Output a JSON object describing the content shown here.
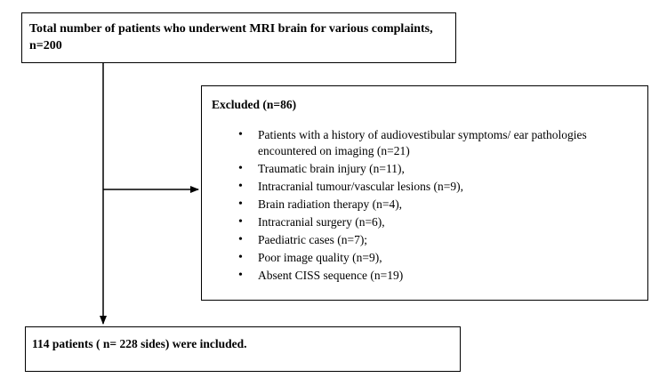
{
  "top_box": {
    "text": "Total number of patients who underwent MRI brain for various complaints, n=200"
  },
  "excluded_box": {
    "title": "Excluded (n=86)",
    "items": [
      "Patients with a history of audiovestibular symptoms/ ear pathologies encountered on imaging (n=21)",
      "Traumatic brain injury (n=11),",
      "Intracranial tumour/vascular lesions (n=9),",
      "Brain radiation therapy (n=4),",
      "Intracranial surgery (n=6),",
      "Paediatric cases (n=7);",
      "Poor image quality (n=9),",
      "Absent CISS sequence (n=19)"
    ]
  },
  "bottom_box": {
    "text": "114 patients ( n= 228 sides) were included."
  },
  "colors": {
    "line": "#000000",
    "background": "#ffffff"
  }
}
